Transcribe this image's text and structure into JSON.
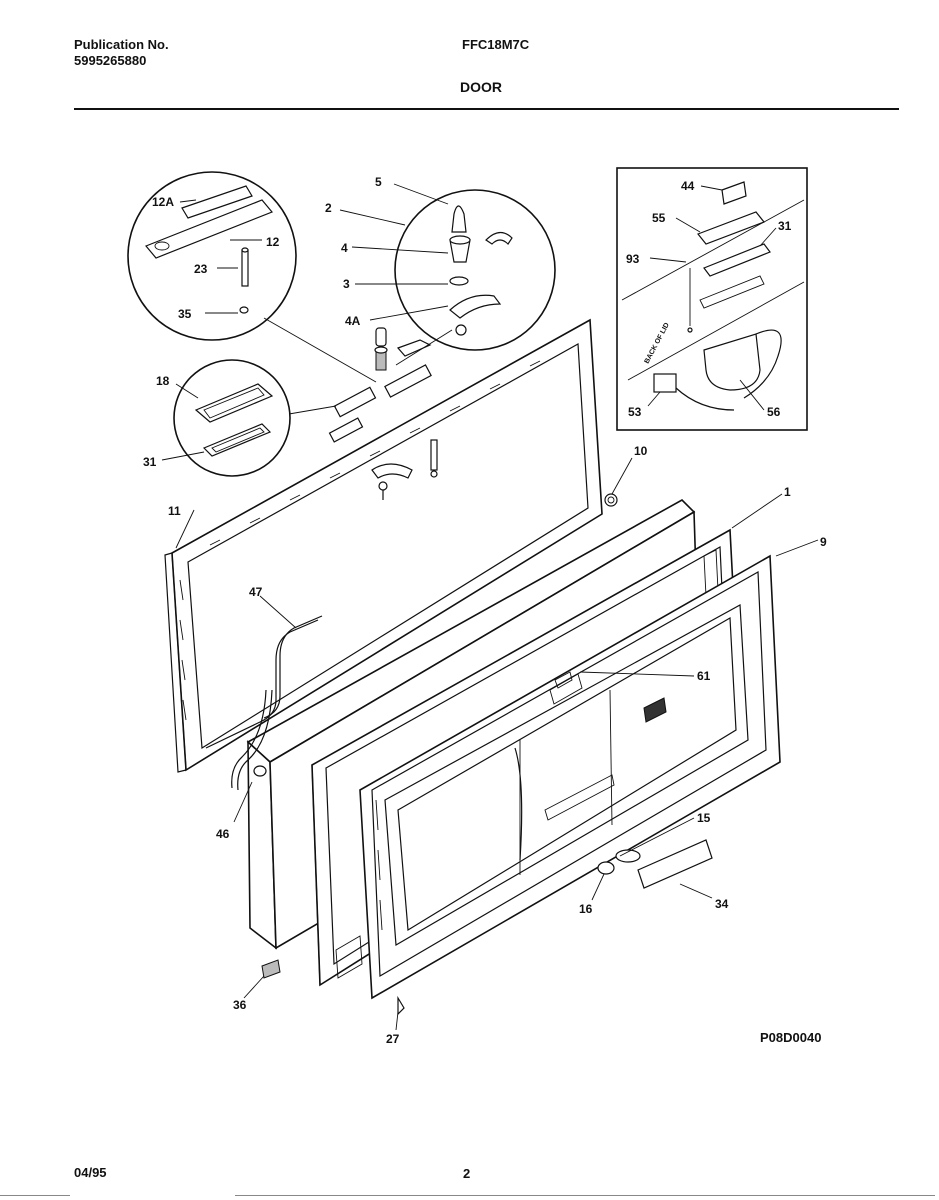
{
  "header": {
    "publication_label": "Publication No.",
    "publication_number": "5995265880",
    "model": "FFC18M7C",
    "section": "DOOR"
  },
  "diagram": {
    "figure_id": "P08D0040",
    "inset_text": "BACK OF LID",
    "callouts": [
      "12A",
      "12",
      "23",
      "35",
      "5",
      "2",
      "4",
      "3",
      "4A",
      "18",
      "31",
      "44",
      "55",
      "31",
      "93",
      "53",
      "56",
      "10",
      "11",
      "1",
      "9",
      "47",
      "61",
      "46",
      "15",
      "16",
      "34",
      "36",
      "27"
    ]
  },
  "footer": {
    "date": "04/95",
    "page": "2"
  }
}
